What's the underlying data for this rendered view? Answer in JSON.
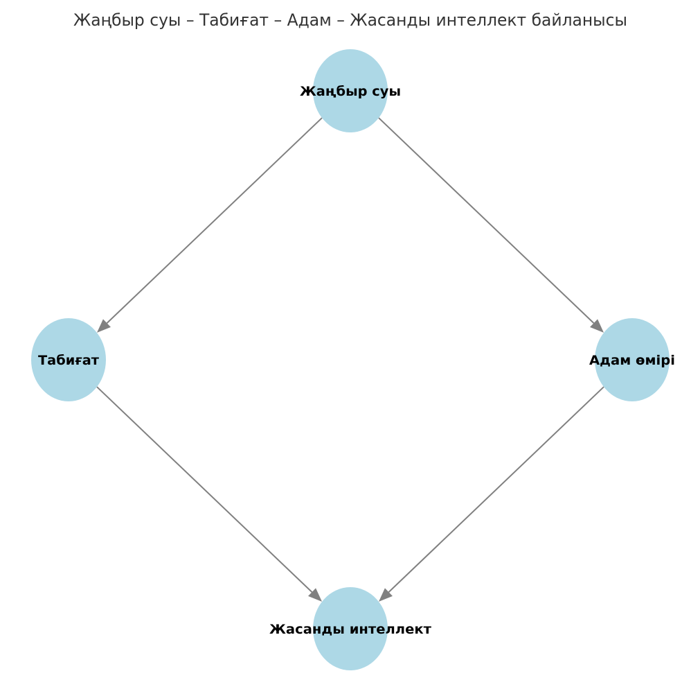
{
  "title": "Жаңбыр суы – Табиғат – Адам – Жасанды интеллект байланысы",
  "colors": {
    "node": "#add8e6",
    "edge": "#808080",
    "label": "#000000",
    "title": "#333333"
  },
  "nodes": [
    {
      "id": "rain",
      "label": "Жаңбыр суы"
    },
    {
      "id": "nature",
      "label": "Табиғат"
    },
    {
      "id": "human",
      "label": "Адам өмірі"
    },
    {
      "id": "ai",
      "label": "Жасанды интеллект"
    }
  ],
  "edges": [
    {
      "from": "rain",
      "to": "nature"
    },
    {
      "from": "rain",
      "to": "human"
    },
    {
      "from": "nature",
      "to": "ai"
    },
    {
      "from": "human",
      "to": "ai"
    }
  ]
}
